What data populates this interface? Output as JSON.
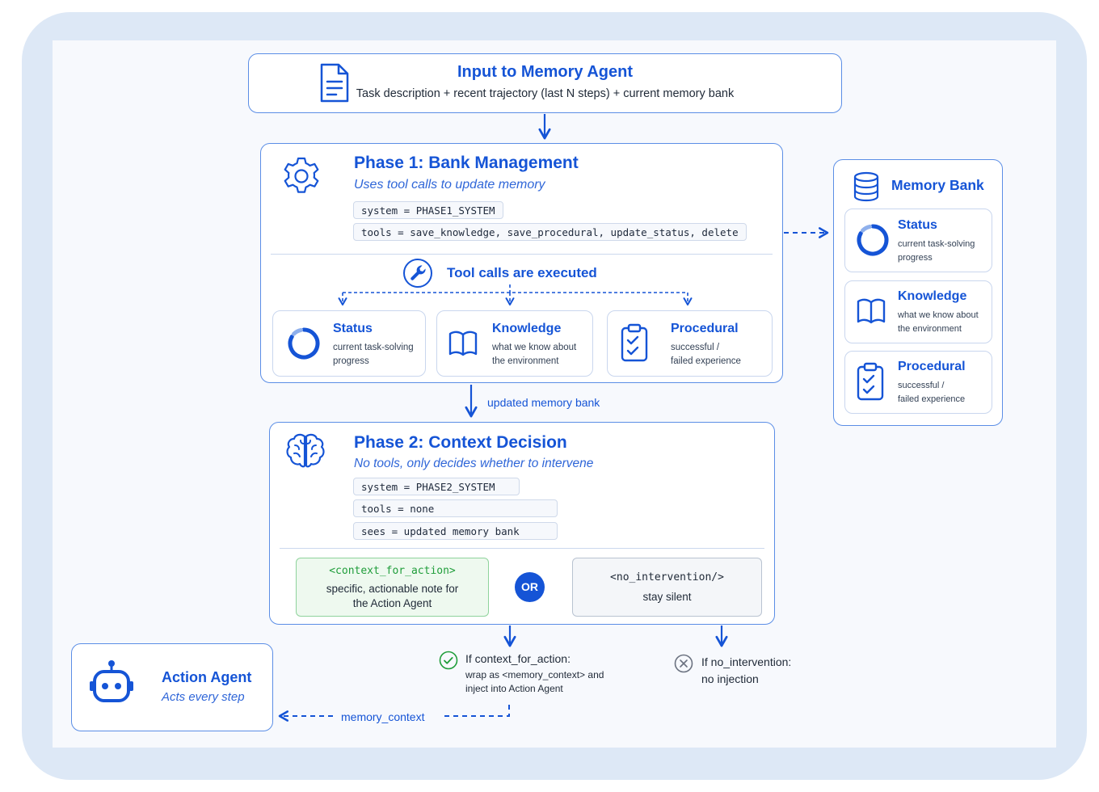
{
  "input": {
    "title": "Input to Memory Agent",
    "subtitle": "Task description + recent trajectory (last N steps) + current memory bank",
    "icon": "document-icon"
  },
  "phase1": {
    "title": "Phase 1: Bank Management",
    "subtitle": "Uses tool calls to update memory",
    "system_code": "system = PHASE1_SYSTEM",
    "tools_code": "tools = save_knowledge, save_procedural, update_status, delete",
    "executed_label": "Tool calls are executed",
    "cards": [
      {
        "title": "Status",
        "desc_line1": "current task-solving",
        "desc_line2": "progress",
        "icon": "progress-ring-icon"
      },
      {
        "title": "Knowledge",
        "desc_line1": "what we know about",
        "desc_line2": "the environment",
        "icon": "book-icon"
      },
      {
        "title": "Procedural",
        "desc_line1": "successful /",
        "desc_line2": "failed experience",
        "icon": "clipboard-check-icon"
      }
    ]
  },
  "updated_label": "updated memory bank",
  "memory_bank": {
    "title": "Memory Bank",
    "icon": "database-icon",
    "cards": [
      {
        "title": "Status",
        "desc_line1": "current task-solving",
        "desc_line2": "progress"
      },
      {
        "title": "Knowledge",
        "desc_line1": "what we know about",
        "desc_line2": "the environment"
      },
      {
        "title": "Procedural",
        "desc_line1": "successful /",
        "desc_line2": "failed experience"
      }
    ]
  },
  "phase2": {
    "title": "Phase 2: Context Decision",
    "subtitle": "No tools, only decides whether to intervene",
    "system_code": "system = PHASE2_SYSTEM",
    "tools_code": "tools = none",
    "sees_code": "sees = updated memory bank",
    "context_tag": "<context_for_action>",
    "context_line1": "specific, actionable note for",
    "context_line2": "the Action Agent",
    "or_label": "OR",
    "no_tag": "<no_intervention/>",
    "no_desc": "stay silent"
  },
  "outcome_context": {
    "title": "If context_for_action:",
    "line1": "wrap as <memory_context> and",
    "line2": "inject into Action Agent"
  },
  "outcome_none": {
    "title": "If no_intervention:",
    "line1": "no injection"
  },
  "action_agent": {
    "title": "Action Agent",
    "subtitle": "Acts every step",
    "icon": "robot-icon"
  },
  "memory_context_label": "memory_context",
  "colors": {
    "accent": "#1554d6",
    "border": "#5b8ee6",
    "green": "#1f9d3a",
    "frame": "#dde8f6"
  }
}
